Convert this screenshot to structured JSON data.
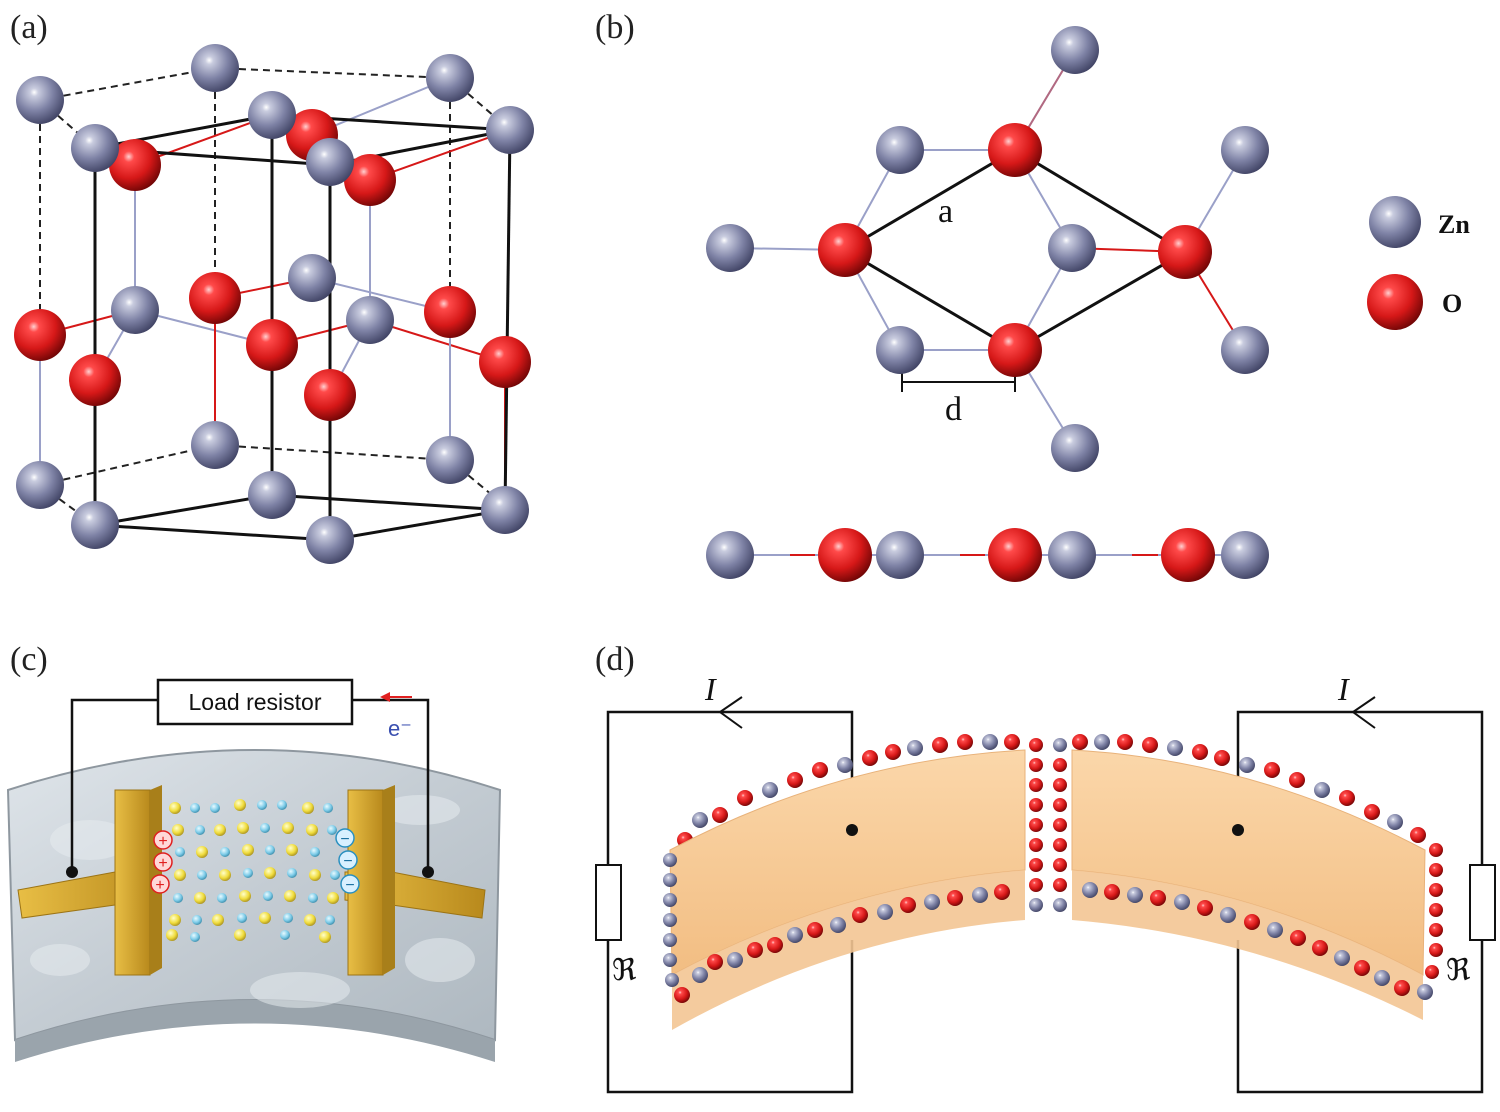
{
  "panels": {
    "a": {
      "label": "(a)"
    },
    "b": {
      "label": "(b)",
      "lattice_label": "a",
      "distance_label": "d",
      "legend": [
        {
          "element": "Zn",
          "color": "#7f83a6"
        },
        {
          "element": "O",
          "color": "#d61818"
        }
      ]
    },
    "c": {
      "label": "(c)",
      "load_resistor": "Load resistor",
      "electron": "e⁻",
      "plus": "+",
      "minus": "−"
    },
    "d": {
      "label": "(d)",
      "current_symbol": "I",
      "resistor_symbol": "ℜ"
    }
  },
  "colors": {
    "zinc": "#7f83a6",
    "oxygen": "#d61818",
    "electrode_gold": "#d4a52a",
    "substrate": "#c4ccd3",
    "film": "#f4c48c"
  }
}
